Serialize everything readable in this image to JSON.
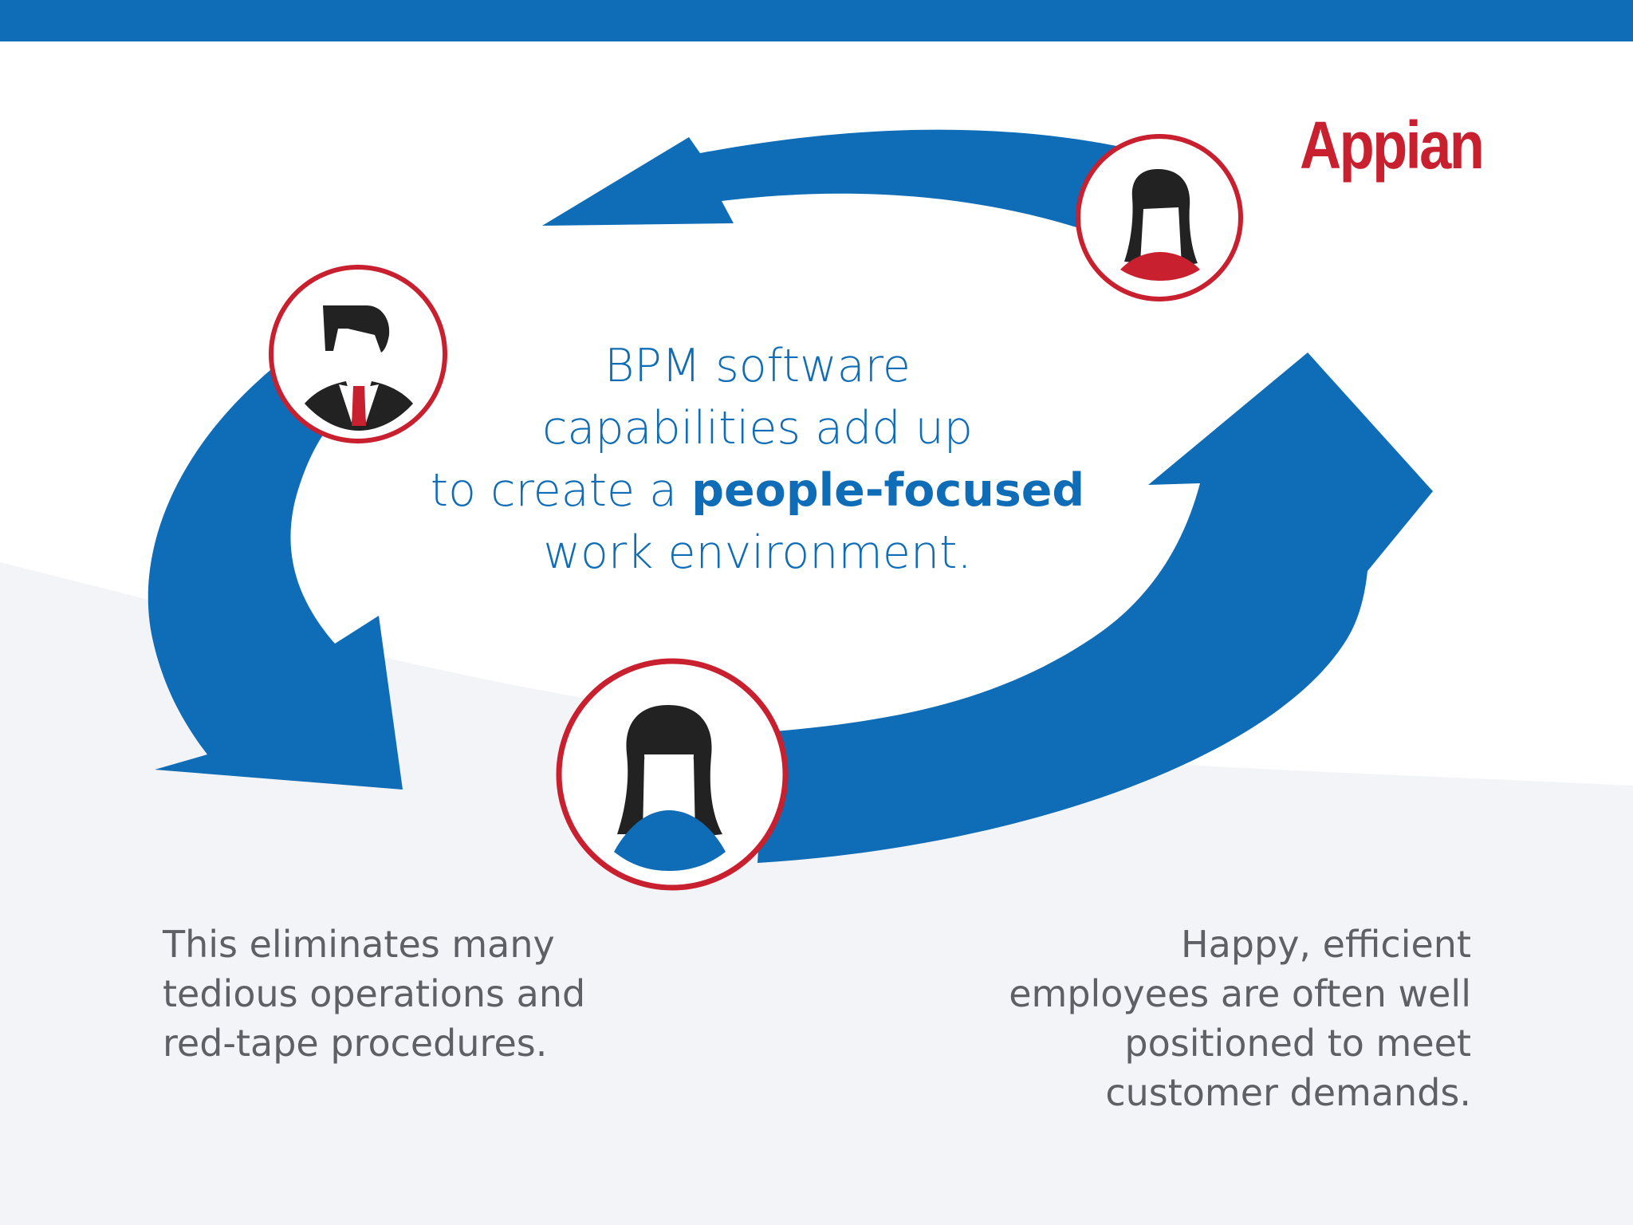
{
  "colors": {
    "brand_blue": "#0f6cb6",
    "accent_red": "#c8202f",
    "hair": "#222222",
    "background_gray": "#f3f4f8",
    "text_gray": "#5f5f66",
    "white": "#ffffff"
  },
  "logo": {
    "text": "Appian"
  },
  "headline": {
    "line1": "BPM software",
    "line2": "capabilities add up",
    "line3_prefix": "to create a ",
    "line3_emphasis": "people-focused",
    "line4": "work environment."
  },
  "captions": {
    "left": {
      "line1": "This eliminates many",
      "line2": "tedious operations and",
      "line3": "red-tape procedures."
    },
    "right": {
      "line1": "Happy, efficient",
      "line2": "employees are often well",
      "line3": "positioned to meet",
      "line4": "customer demands."
    }
  },
  "icons": [
    "businessman-avatar-icon",
    "woman-red-avatar-icon",
    "woman-blue-avatar-icon"
  ]
}
